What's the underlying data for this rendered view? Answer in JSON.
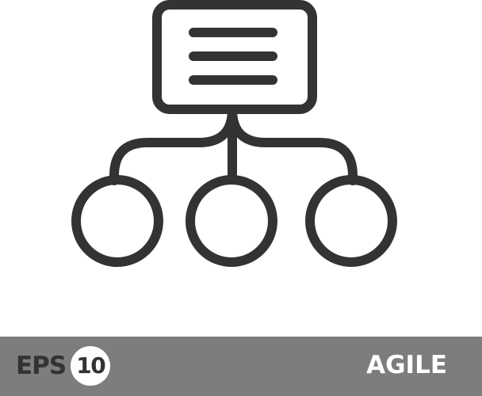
{
  "footer": {
    "format_label": "EPS",
    "format_version": "10",
    "title": "AGILE"
  },
  "icon": {
    "name": "hierarchy-diagram-icon",
    "stroke_color": "#333333",
    "child_count": 3
  },
  "colors": {
    "background": "#ffffff",
    "footer_bar": "#7d7d7d",
    "footer_text": "#ffffff",
    "badge_background": "#ffffff",
    "dark_text": "#333333"
  }
}
